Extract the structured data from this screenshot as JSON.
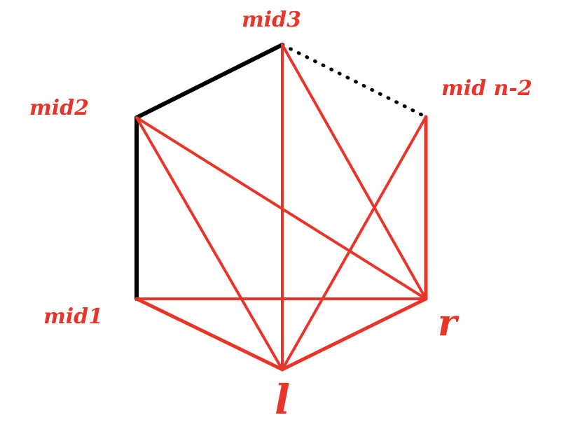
{
  "labels": {
    "mid3": "mid3",
    "mid_n_minus_2": "mid n-2",
    "mid2": "mid2",
    "mid1": "mid1",
    "r": "r",
    "l": "l"
  },
  "colors": {
    "red": "#e8352a",
    "black": "#000000"
  }
}
